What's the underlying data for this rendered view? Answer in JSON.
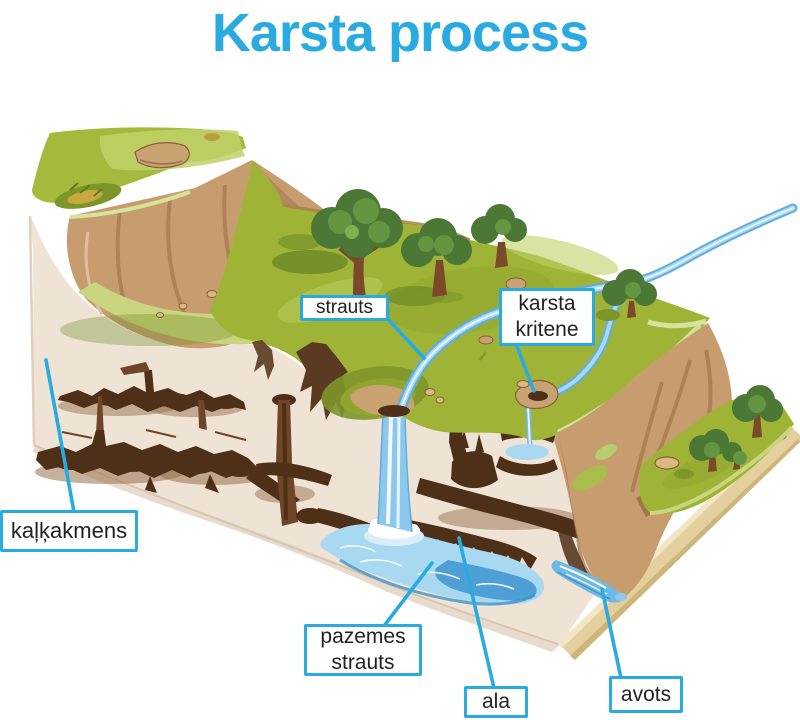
{
  "title": "Karsta process",
  "labels": {
    "strauts": {
      "text": "strauts"
    },
    "karsta_kritene": {
      "line1": "karsta",
      "line2": "kritene"
    },
    "kalkakmens": {
      "text": "kaļķakmens"
    },
    "pazemes_strauts": {
      "line1": "pazemes",
      "line2": "strauts"
    },
    "ala": {
      "text": "ala"
    },
    "avots": {
      "text": "avots"
    }
  },
  "colors": {
    "accent_blue": "#29ABE2",
    "label_text": "#231F20",
    "label_background": "#FFFFFF",
    "grass_green": "#9FB436",
    "grass_light": "#BFD068",
    "grass_pale": "#D6E39C",
    "grass_dark": "#7C9629",
    "tree_green_dark": "#4C7836",
    "tree_green_mid": "#649540",
    "trunk_brown": "#7B4A2B",
    "cliff_tan": "#C79D6F",
    "cliff_tan_dark": "#A87C50",
    "limestone_cream": "#EFE3D6",
    "crack_brown_dark": "#4E2F17",
    "crack_brown_mid": "#6E4526",
    "base_khaki": "#E4CF9E",
    "water_light": "#A9D8F1",
    "water_mid": "#6FB9E6",
    "water_deep": "#3F93CC"
  }
}
